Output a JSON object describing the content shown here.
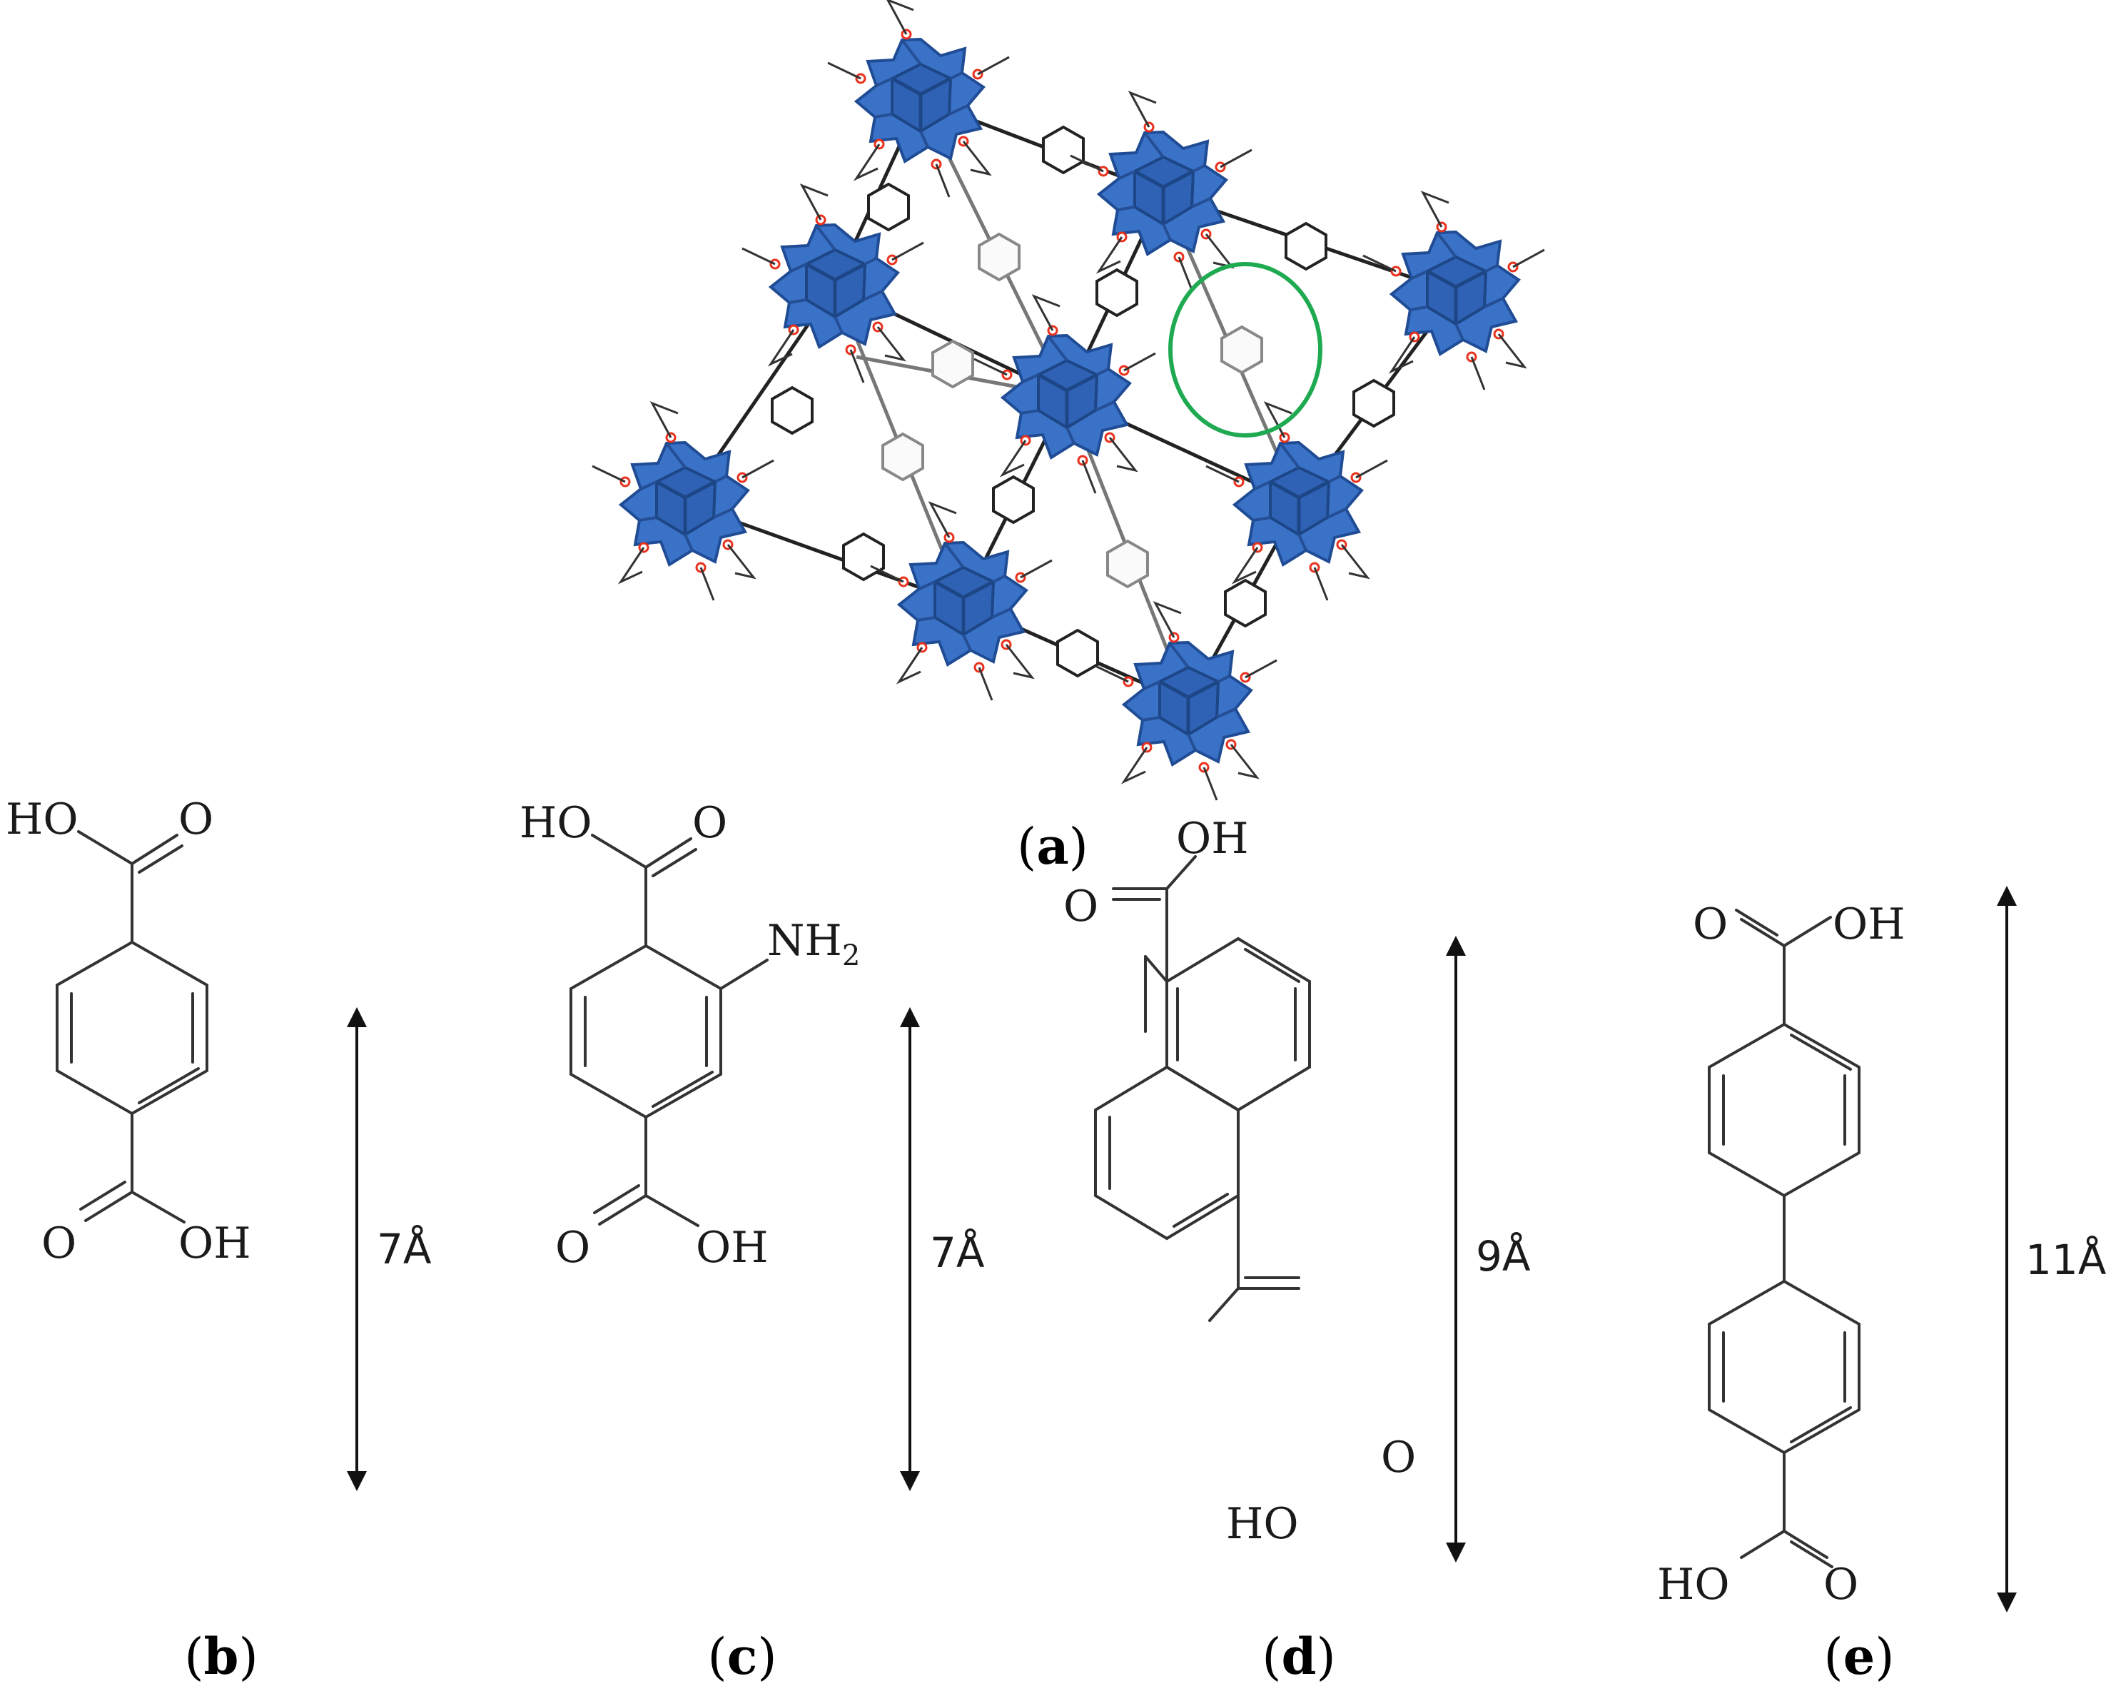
{
  "colors": {
    "cluster_blue": "#3a72c8",
    "cluster_dark": "#1f4c94",
    "oxygen_red": "#e8321e",
    "highlight_green": "#1faa52",
    "linker_black": "#222222",
    "linker_grey": "#888888"
  },
  "panels": {
    "a": {
      "label": "a"
    },
    "b": {
      "label": "b",
      "length": "7Å",
      "top_left": "HO",
      "top_right": "O",
      "bottom_left": "O",
      "bottom_right": "OH"
    },
    "c": {
      "label": "c",
      "length": "7Å",
      "top_left": "HO",
      "top_right": "O",
      "bottom_left": "O",
      "bottom_right": "OH",
      "substituent": "NH",
      "substituent_sub": "2"
    },
    "d": {
      "label": "d",
      "length": "9Å",
      "top_left": "O",
      "top_right": "OH",
      "bottom_left": "HO",
      "bottom_right": "O"
    },
    "e": {
      "label": "e",
      "length": "11Å",
      "top_left": "O",
      "top_right": "OH",
      "bottom_left": "HO",
      "bottom_right": "O"
    }
  }
}
